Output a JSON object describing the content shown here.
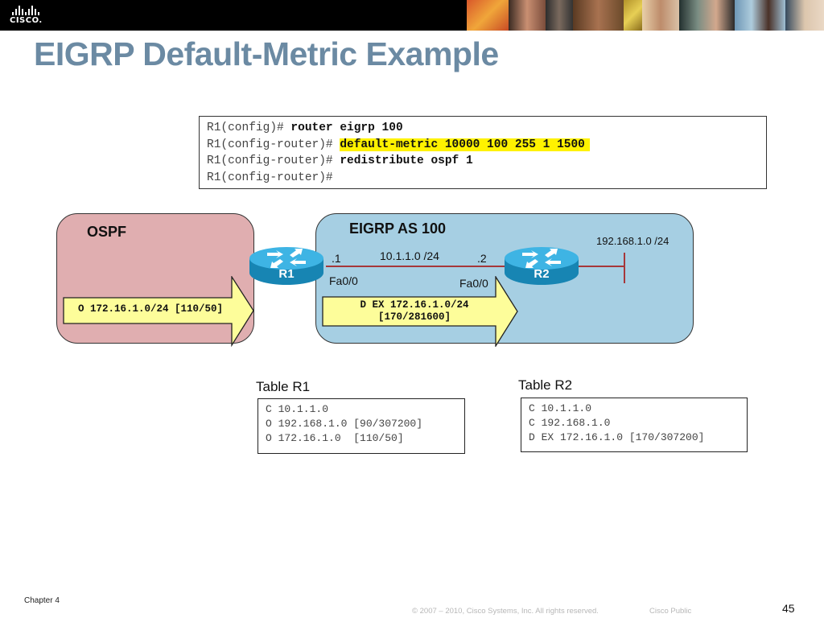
{
  "header": {
    "logo_text": "CISCO.",
    "title": "EIGRP Default-Metric Example"
  },
  "config": {
    "lines": [
      {
        "prompt": "R1(config)# ",
        "command": "router eigrp 100",
        "highlighted": false
      },
      {
        "prompt": "R1(config-router)# ",
        "command": "default-metric 10000 100 255 1 1500",
        "highlighted": true
      },
      {
        "prompt": "R1(config-router)# ",
        "command": "redistribute ospf 1",
        "highlighted": false
      },
      {
        "prompt": "R1(config-router)#",
        "command": "",
        "highlighted": false
      }
    ],
    "highlight_color": "#fff200"
  },
  "topology": {
    "ospf_zone": {
      "label": "OSPF",
      "color": "#e0aeb0"
    },
    "eigrp_zone": {
      "label": "EIGRP AS 100",
      "color": "#a6cfe3"
    },
    "routers": [
      {
        "name": "R1"
      },
      {
        "name": "R2"
      }
    ],
    "link": {
      "network": "10.1.1.0 /24",
      "r1_ip": ".1",
      "r2_ip": ".2",
      "r1_interface": "Fa0/0",
      "r2_interface": "Fa0/0",
      "color": "#a6373a"
    },
    "lan": {
      "network": "192.168.1.0 /24"
    },
    "ospf_route_arrow": {
      "text": "O 172.16.1.0/24 [110/50]"
    },
    "eigrp_route_arrow": {
      "line1": "D EX 172.16.1.0/24",
      "line2": "[170/281600]"
    }
  },
  "tables": [
    {
      "title": "Table R1",
      "rows": [
        "C 10.1.1.0",
        "O 192.168.1.0 [90/307200]",
        "O 172.16.1.0  [110/50]"
      ]
    },
    {
      "title": "Table R2",
      "rows": [
        "C 10.1.1.0",
        "C 192.168.1.0",
        "D EX 172.16.1.0 [170/307200]"
      ]
    }
  ],
  "footer": {
    "chapter": "Chapter 4",
    "copyright": "© 2007 – 2010, Cisco Systems, Inc. All rights reserved.",
    "classification": "Cisco Public",
    "page_number": "45"
  }
}
